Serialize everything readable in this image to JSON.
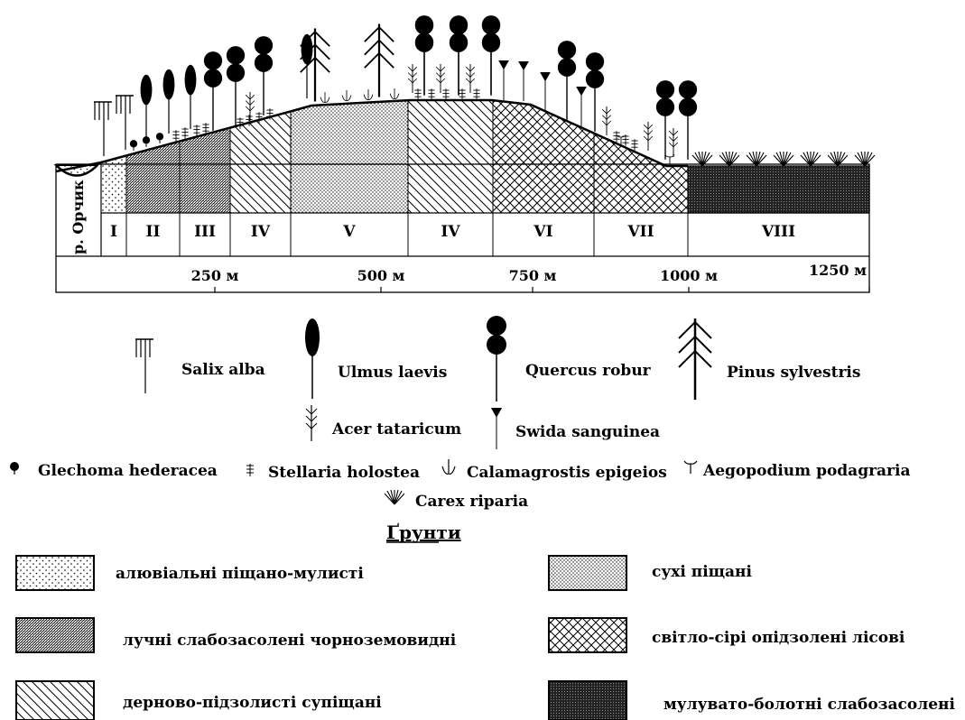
{
  "river_label": "р. Орчик",
  "zones": [
    {
      "label": "I",
      "soil": "alluvial"
    },
    {
      "label": "II",
      "soil": "meadow"
    },
    {
      "label": "III",
      "soil": "meadow"
    },
    {
      "label": "IV",
      "soil": "sod"
    },
    {
      "label": "V",
      "soil": "dry_sand"
    },
    {
      "label": "IV",
      "soil": "sod"
    },
    {
      "label": "VI",
      "soil": "forest"
    },
    {
      "label": "VII",
      "soil": "forest"
    },
    {
      "label": "VIII",
      "soil": "swamp"
    }
  ],
  "distance_ticks": [
    "250 м",
    "500 м",
    "750 м",
    "1000 м",
    "1250 м"
  ],
  "plant_legend": [
    {
      "name": "Salix alba",
      "icon": "salix-icon"
    },
    {
      "name": "Ulmus laevis",
      "icon": "ulmus-icon"
    },
    {
      "name": "Quercus robur",
      "icon": "quercus-icon"
    },
    {
      "name": "Pinus sylvestris",
      "icon": "pinus-icon"
    },
    {
      "name": "Acer tataricum",
      "icon": "acer-icon"
    },
    {
      "name": "Swida sanguinea",
      "icon": "swida-icon"
    },
    {
      "name": "Glechoma hederacea",
      "icon": "glechoma-icon"
    },
    {
      "name": "Stellaria holostea",
      "icon": "stellaria-icon"
    },
    {
      "name": "Calamagrostis epigeios",
      "icon": "calamagrostis-icon"
    },
    {
      "name": "Aegopodium podagraria",
      "icon": "aegopodium-icon"
    },
    {
      "name": "Carex riparia",
      "icon": "carex-icon"
    }
  ],
  "soils_title": "Ґрунти",
  "soil_legend": [
    {
      "key": "alluvial",
      "name": "алювіальні піщано-мулисті"
    },
    {
      "key": "dry_sand",
      "name": "сухі піщані"
    },
    {
      "key": "meadow",
      "name": "лучні слабозасолені чорноземовидні"
    },
    {
      "key": "forest",
      "name": "світло-сірі опідзолені лісові"
    },
    {
      "key": "sod",
      "name": "дерново-підзолисті супіщані"
    },
    {
      "key": "swamp",
      "name": "мулувато-болотні слабозасолені"
    }
  ]
}
